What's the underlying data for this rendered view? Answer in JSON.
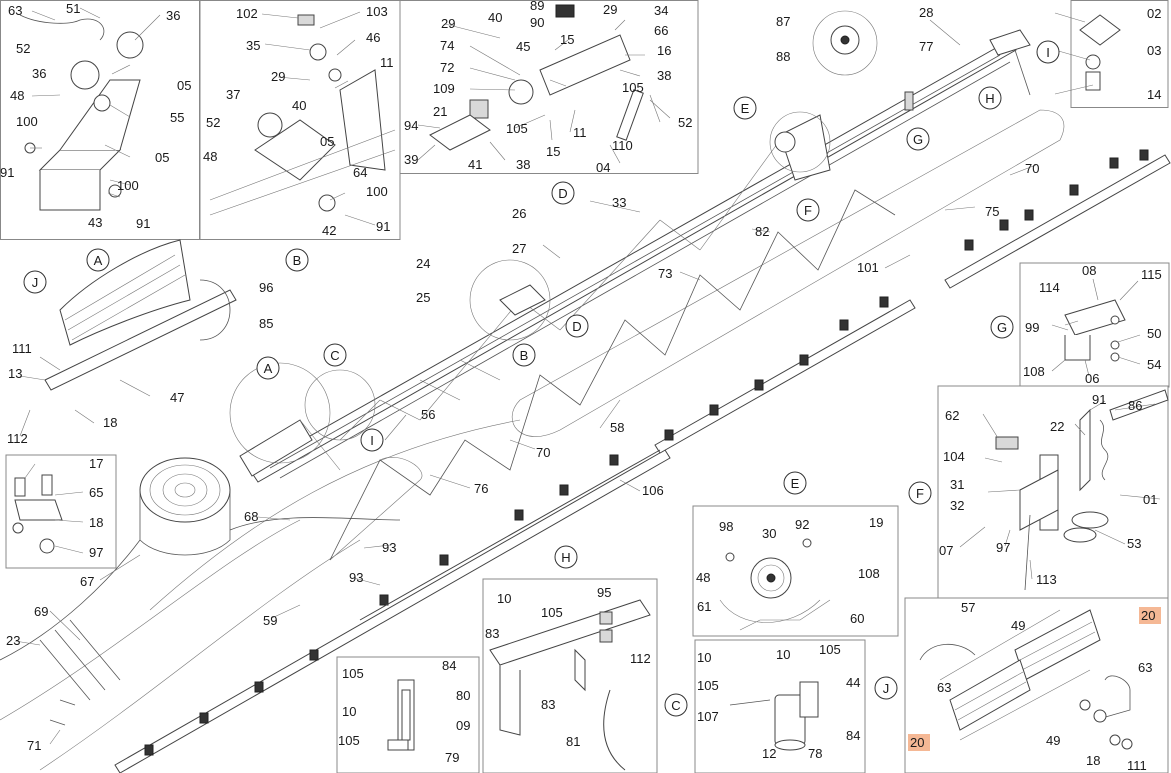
{
  "detail_letters": [
    "A",
    "B",
    "C",
    "D",
    "E",
    "F",
    "G",
    "H",
    "I",
    "J"
  ],
  "callouts": {
    "n63a": "63",
    "n51": "51",
    "n36a": "36",
    "n36b": "36",
    "n52a": "52",
    "n05a": "05",
    "n55": "55",
    "n48a": "48",
    "n05b": "05",
    "n100a": "100",
    "n91a": "91",
    "n100b": "100",
    "n43": "43",
    "n91b": "91",
    "n102": "102",
    "n103": "103",
    "n35": "35",
    "n46": "46",
    "n29a": "29",
    "n40a": "40",
    "n11a": "11",
    "n37": "37",
    "n52b": "52",
    "n48b": "48",
    "n05c": "05",
    "n64": "64",
    "n100c": "100",
    "n42": "42",
    "n91c": "91",
    "n29b": "29",
    "n40b": "40",
    "n89": "89",
    "n90": "90",
    "n29c": "29",
    "n34": "34",
    "n66": "66",
    "n74": "74",
    "n45": "45",
    "n15a": "15",
    "n16": "16",
    "n72": "72",
    "n38a": "38",
    "n109": "109",
    "n21": "21",
    "n105a": "105",
    "n94": "94",
    "n105b": "105",
    "n11b": "11",
    "n52c": "52",
    "n110": "110",
    "n39": "39",
    "n41": "41",
    "n38b": "38",
    "n15b": "15",
    "n04": "04",
    "n87": "87",
    "n88": "88",
    "n28": "28",
    "n77": "77",
    "n02": "02",
    "n03": "03",
    "n14": "14",
    "n33": "33",
    "n70a": "70",
    "n26": "26",
    "n27": "27",
    "n82": "82",
    "n75": "75",
    "n73": "73",
    "n101": "101",
    "n96": "96",
    "n24": "24",
    "n25": "25",
    "n85": "85",
    "n08": "08",
    "n115": "115",
    "n114": "114",
    "n99": "99",
    "n50": "50",
    "n54": "54",
    "n108a": "108",
    "n06": "06",
    "n111a": "111",
    "n13": "13",
    "n47": "47",
    "n18a": "18",
    "n112a": "112",
    "n56": "56",
    "n58": "58",
    "n62": "62",
    "n91d": "91",
    "n86": "86",
    "n22": "22",
    "n104": "104",
    "n70b": "70",
    "n31": "31",
    "n32": "32",
    "n01": "01",
    "n17": "17",
    "n65": "65",
    "n18b": "18",
    "n97a": "97",
    "n76": "76",
    "n106": "106",
    "n68": "68",
    "n93a": "93",
    "n98": "98",
    "n30": "30",
    "n92": "92",
    "n19": "19",
    "n48c": "48",
    "n108b": "108",
    "n61": "61",
    "n60": "60",
    "n07": "07",
    "n97b": "97",
    "n53": "53",
    "n113": "113",
    "n67": "67",
    "n93b": "93",
    "n69": "69",
    "n59": "59",
    "n10a": "10",
    "n105c": "105",
    "n95": "95",
    "n112b": "112",
    "n83a": "83",
    "n83b": "83",
    "n81": "81",
    "n105d": "105",
    "n84a": "84",
    "n80": "80",
    "n10b": "10",
    "n09": "09",
    "n105e": "105",
    "n79": "79",
    "n10c": "10",
    "n10d": "10",
    "n105f": "105",
    "n105g": "105",
    "n44": "44",
    "n107": "107",
    "n84b": "84",
    "n12": "12",
    "n78": "78",
    "n57": "57",
    "n49a": "49",
    "n20a": "20",
    "n63b": "63",
    "n63c": "63",
    "n20b": "20",
    "n49b": "49",
    "n18c": "18",
    "n111b": "111",
    "n23": "23",
    "n71": "71"
  },
  "colors": {
    "highlight": "#f5b895",
    "line": "#555555",
    "ink": "#1a1a1a"
  }
}
